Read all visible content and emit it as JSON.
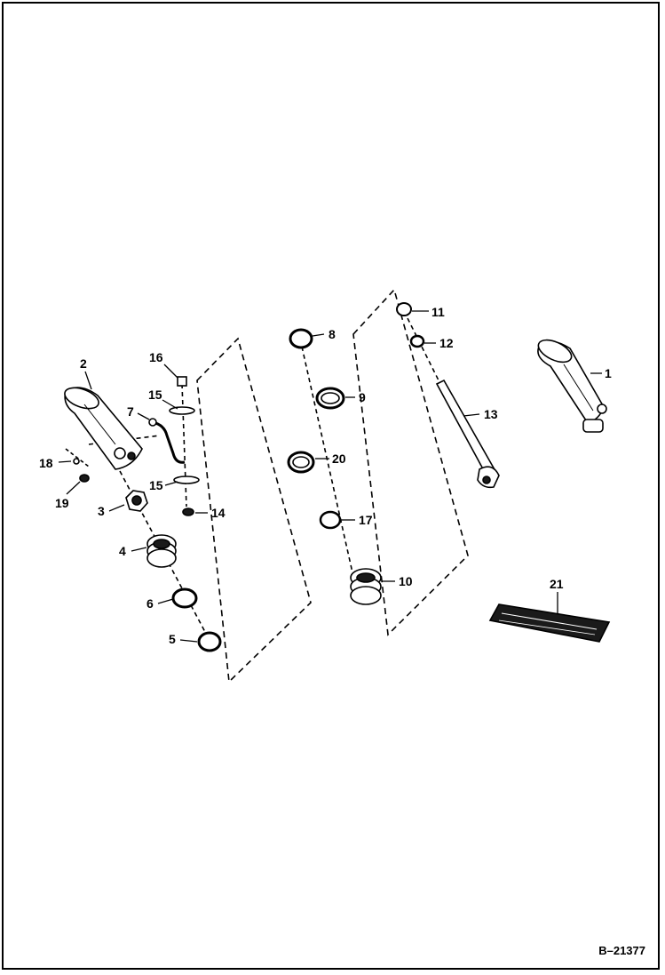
{
  "figure_id": "B–21377",
  "colors": {
    "line": "#000000",
    "fill_dark": "#1a1a1a",
    "paper": "#ffffff"
  },
  "parts": [
    {
      "id": "label-1",
      "text": "1"
    },
    {
      "id": "label-2",
      "text": "2"
    },
    {
      "id": "label-3",
      "text": "3"
    },
    {
      "id": "label-4",
      "text": "4"
    },
    {
      "id": "label-5",
      "text": "5"
    },
    {
      "id": "label-6",
      "text": "6"
    },
    {
      "id": "label-7",
      "text": "7"
    },
    {
      "id": "label-8",
      "text": "8"
    },
    {
      "id": "label-9",
      "text": "9"
    },
    {
      "id": "label-10",
      "text": "10"
    },
    {
      "id": "label-11",
      "text": "11"
    },
    {
      "id": "label-12",
      "text": "12"
    },
    {
      "id": "label-13",
      "text": "13"
    },
    {
      "id": "label-14",
      "text": "14"
    },
    {
      "id": "label-15a",
      "text": "15"
    },
    {
      "id": "label-15b",
      "text": "15"
    },
    {
      "id": "label-16",
      "text": "16"
    },
    {
      "id": "label-17",
      "text": "17"
    },
    {
      "id": "label-18",
      "text": "18"
    },
    {
      "id": "label-19",
      "text": "19"
    },
    {
      "id": "label-20",
      "text": "20"
    },
    {
      "id": "label-21",
      "text": "21"
    }
  ]
}
